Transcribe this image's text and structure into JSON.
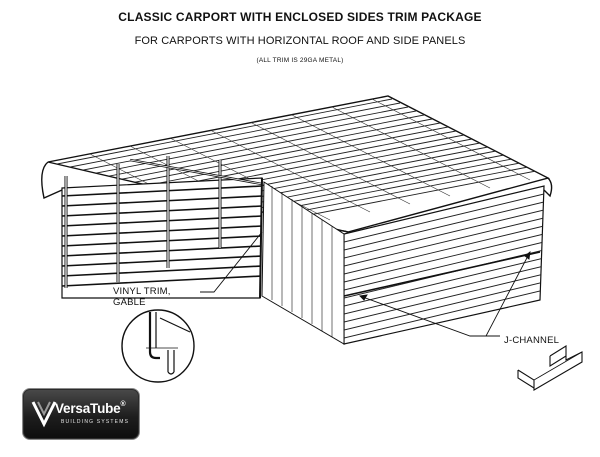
{
  "header": {
    "title": "CLASSIC CARPORT WITH ENCLOSED SIDES TRIM PACKAGE",
    "subtitle": "FOR CARPORTS WITH HORIZONTAL ROOF AND SIDE PANELS",
    "note": "(ALL TRIM IS 29GA METAL)"
  },
  "callouts": {
    "vinyl_trim": "VINYL TRIM, GABLE",
    "j_channel": "J-CHANNEL"
  },
  "logo": {
    "name": "VersaTube",
    "registered": "®",
    "tagline": "BUILDING SYSTEMS"
  },
  "colors": {
    "line": "#111111",
    "logo_background": "#1e1e1e",
    "logo_text": "#ffffff"
  }
}
